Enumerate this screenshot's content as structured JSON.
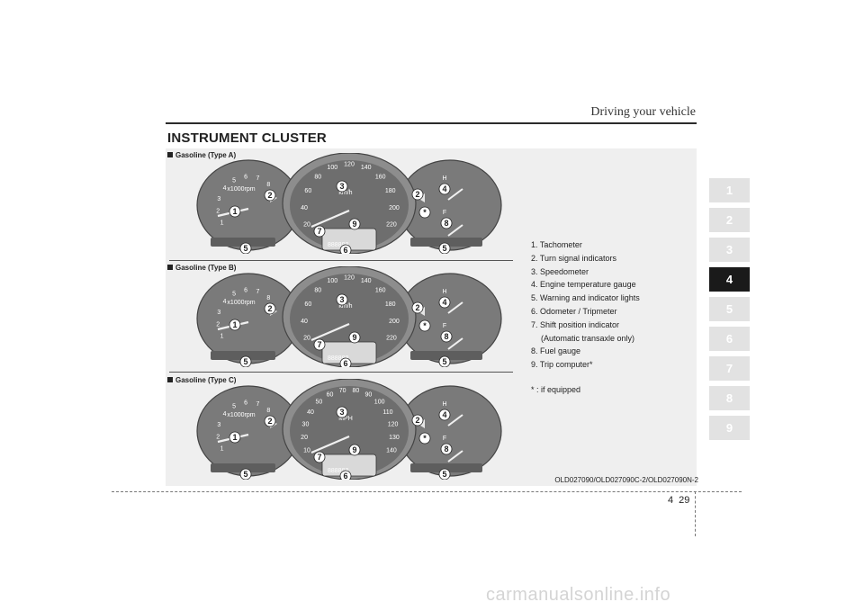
{
  "header": {
    "title": "Driving your vehicle"
  },
  "section_title": "INSTRUMENT CLUSTER",
  "clusters": [
    {
      "label": "Gasoline (Type A)",
      "speed_ticks": [
        "20",
        "40",
        "60",
        "80",
        "100",
        "120",
        "140",
        "160",
        "180",
        "200",
        "220"
      ],
      "speed_unit": "km/h",
      "odometer": "888888",
      "rpm_unit": "x1000rpm"
    },
    {
      "label": "Gasoline (Type B)",
      "speed_ticks": [
        "20",
        "40",
        "60",
        "80",
        "100",
        "120",
        "140",
        "160",
        "180",
        "200",
        "220"
      ],
      "speed_unit": "km/h",
      "odometer": "888888",
      "rpm_unit": "x1000rpm"
    },
    {
      "label": "Gasoline (Type C)",
      "speed_ticks": [
        "10",
        "20",
        "30",
        "40",
        "50",
        "60",
        "70",
        "80",
        "90",
        "100",
        "110",
        "120",
        "130",
        "140"
      ],
      "speed_unit": "MPH",
      "odometer": "888888",
      "rpm_unit": "x1000rpm"
    }
  ],
  "rpm_ticks": [
    "1",
    "2",
    "3",
    "4",
    "5",
    "6",
    "7",
    "8"
  ],
  "callouts": {
    "tach": "1",
    "turn": "2",
    "speedo": "3",
    "temp": "4",
    "warn": "5",
    "odo": "6",
    "shift": "7",
    "fuel": "8",
    "trip": "9",
    "star": "*"
  },
  "legend": [
    "1. Tachometer",
    "2. Turn signal indicators",
    "3. Speedometer",
    "4. Engine temperature gauge",
    "5. Warning and indicator lights",
    "6. Odometer / Tripmeter",
    "7. Shift position indicator",
    "(Automatic transaxle only)",
    "8. Fuel gauge",
    "9. Trip computer*"
  ],
  "note": "* :  if equipped",
  "image_code": "OLD027090/OLD027090C-2/OLD027090N-2",
  "chapter_tabs": [
    "1",
    "2",
    "3",
    "4",
    "5",
    "6",
    "7",
    "8",
    "9"
  ],
  "active_chapter": "4",
  "page": {
    "chapter": "4",
    "number": "29"
  },
  "watermark": "carmanualsonline.info"
}
